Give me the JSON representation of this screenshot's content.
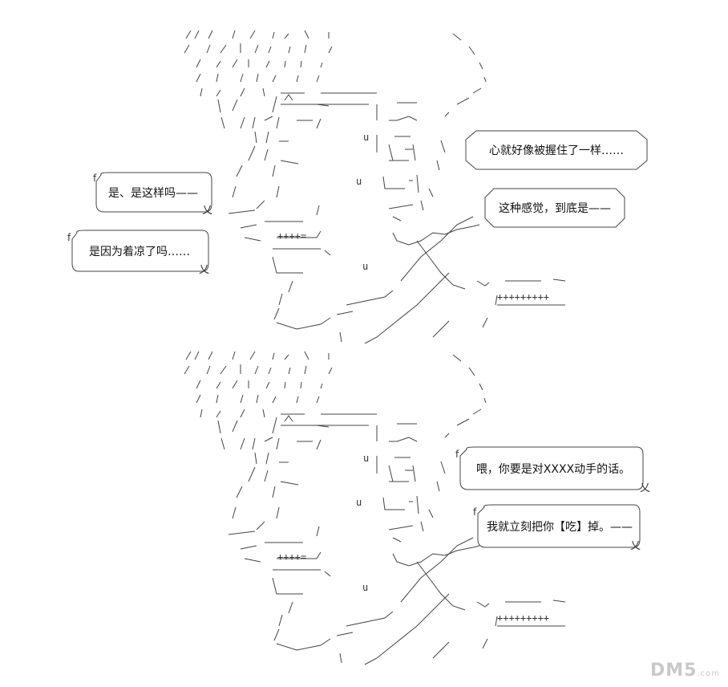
{
  "panels": [
    {
      "bubbles": [
        {
          "text": "心就好像被握住了一样……"
        },
        {
          "text": "这种感觉，到底是——"
        },
        {
          "text": "是、是这样吗——"
        },
        {
          "text": "是因为着凉了吗……"
        }
      ],
      "ascii_marks": {
        "plus_row": "++++=",
        "plus_row2": "+++++++++ ",
        "u": "u",
        "f": "f",
        "ya": "乂"
      }
    },
    {
      "bubbles": [
        {
          "text": "喂，你要是对XXXX动手的话。"
        },
        {
          "text": "我就立刻把你【吃】掉。——"
        }
      ],
      "ascii_marks": {
        "plus_row": "++++=",
        "plus_row2": "+++++++++ ",
        "u": "u",
        "f": "f",
        "ya": "乂"
      }
    }
  ],
  "watermark": {
    "main": "DM5",
    "suffix": ".com"
  },
  "colors": {
    "line": "#333333",
    "bg": "#ffffff",
    "watermark": "#c9c9c9"
  }
}
